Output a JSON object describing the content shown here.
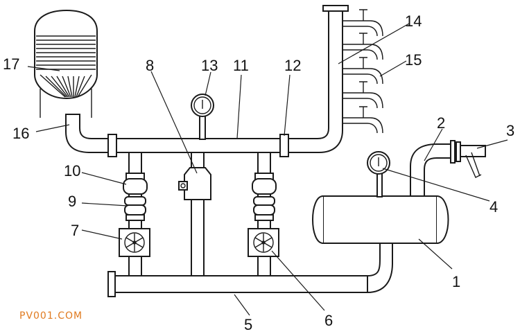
{
  "labels": {
    "l1": "1",
    "l2": "2",
    "l3": "3",
    "l4": "4",
    "l5": "5",
    "l6": "6",
    "l7": "7",
    "l8": "8",
    "l9": "9",
    "l10": "10",
    "l11": "11",
    "l12": "12",
    "l13": "13",
    "l14": "14",
    "l15": "15",
    "l16": "16",
    "l17": "17"
  },
  "watermark": "PV001.COM",
  "colors": {
    "line": "#1a1a1a",
    "watermark": "#e07a1f"
  }
}
